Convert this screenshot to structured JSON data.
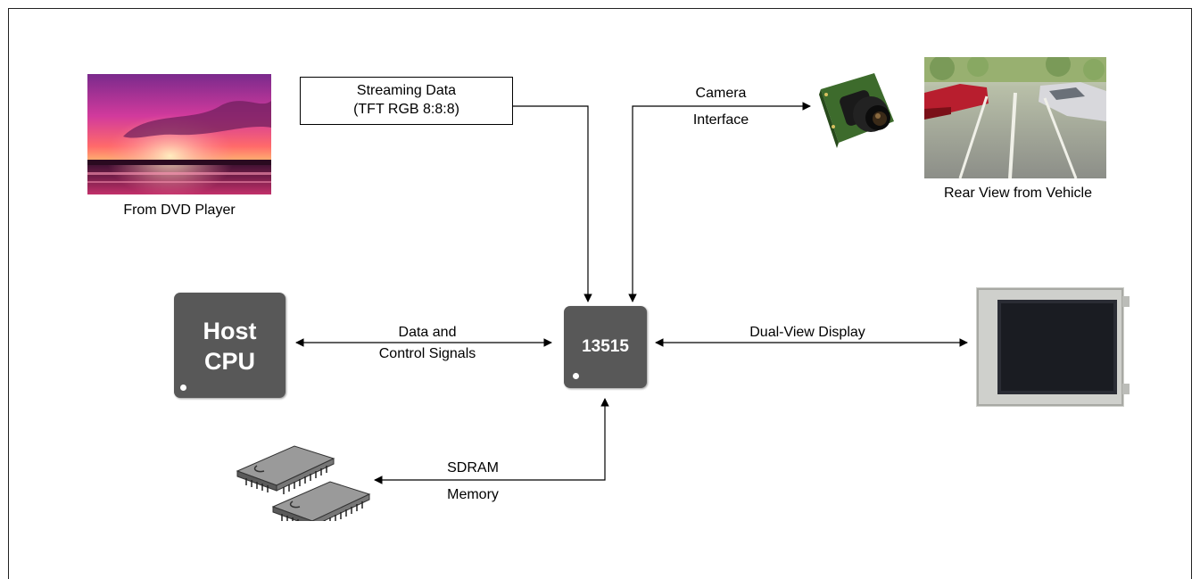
{
  "labels": {
    "dvd": "From DVD Player",
    "streaming_line1": "Streaming Data",
    "streaming_line2": "(TFT RGB 8:8:8)",
    "camera_line1": "Camera",
    "camera_line2": "Interface",
    "rear_view": "Rear View from Vehicle",
    "data_line1": "Data and",
    "data_line2": "Control Signals",
    "display": "Dual-View Display",
    "sdram_line1": "SDRAM",
    "sdram_line2": "Memory"
  },
  "chips": {
    "host_line1": "Host",
    "host_line2": "CPU",
    "controller": "13515"
  },
  "colors": {
    "chip": "#585858",
    "wire": "#000000"
  },
  "icons": {
    "dvd": "sunset-photo",
    "camera": "camera-module-icon",
    "rear": "parking-lot-photo",
    "display": "lcd-panel-icon",
    "memory": "memory-chip-icon"
  }
}
